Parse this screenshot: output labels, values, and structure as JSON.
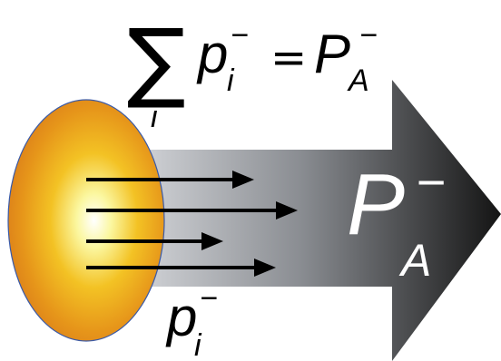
{
  "equation": {
    "sum_symbol": "∑",
    "sum_index": "i",
    "lhs_base": "p",
    "lhs_superscript": "−",
    "lhs_subscript": "i",
    "equals": "=",
    "rhs_base": "P",
    "rhs_superscript": "−",
    "rhs_subscript": "A"
  },
  "arrow_label": {
    "base": "P",
    "superscript": "−",
    "subscript": "A"
  },
  "parton_label": {
    "base": "p",
    "superscript": "−",
    "subscript": "i"
  },
  "colors": {
    "nucleus_outer": "#e08a1e",
    "nucleus_center": "#fffde0",
    "nucleus_edge": "#3a5aa8",
    "arrow_light": "#c8cbd0",
    "arrow_dark": "#1a1a1a",
    "parton_arrow": "#000000"
  },
  "parton_arrow_count": 4
}
